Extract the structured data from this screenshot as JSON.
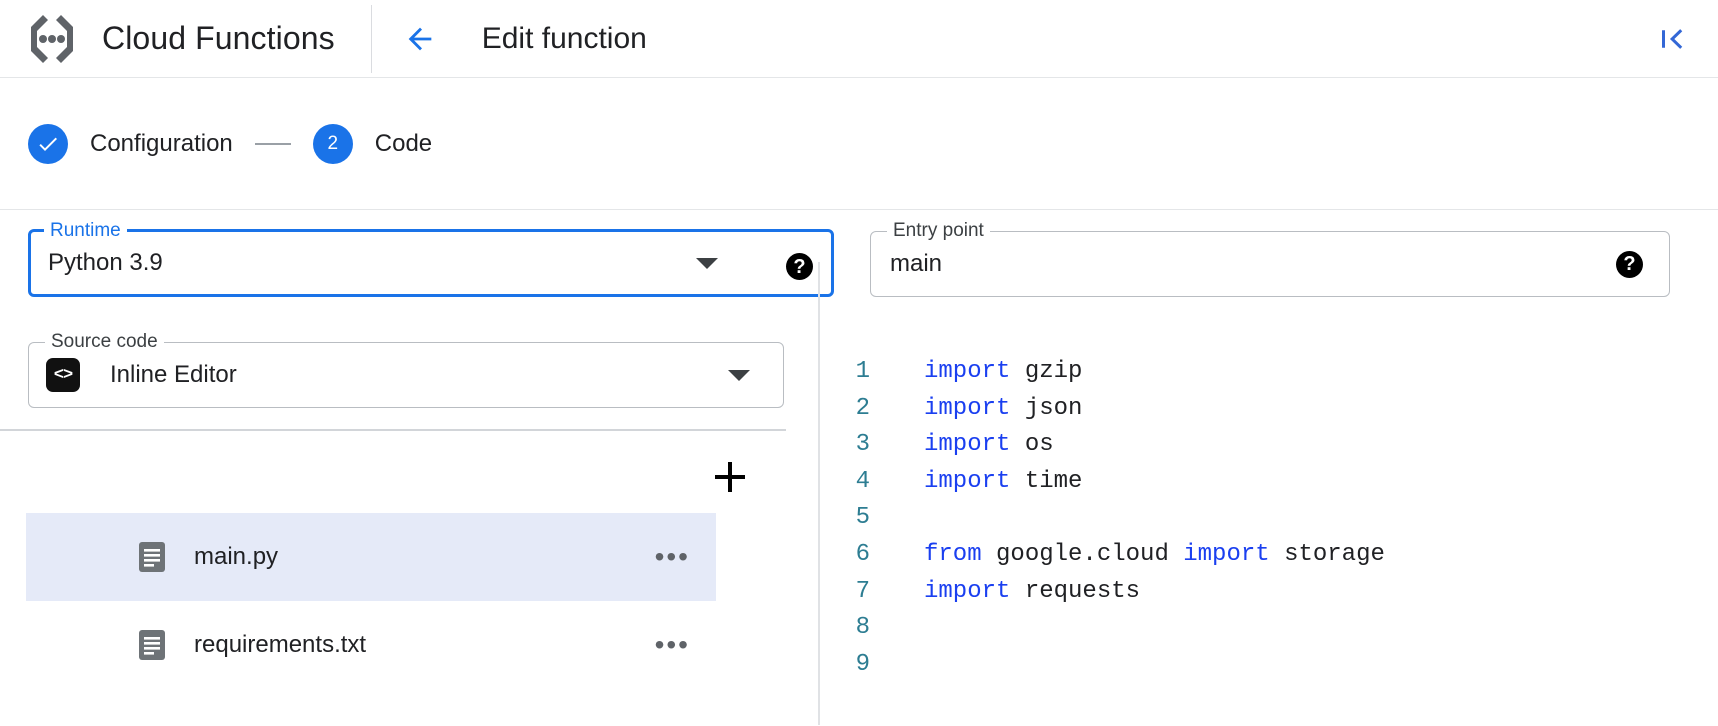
{
  "appbar": {
    "product_icon": "cloud-functions-icon",
    "product_title": "Cloud Functions",
    "back_icon": "arrow-left-icon",
    "page_title": "Edit function",
    "collapse_icon": "collapse-panel-icon"
  },
  "stepper": {
    "steps": [
      {
        "marker": "✓",
        "label": "Configuration",
        "state": "completed"
      },
      {
        "marker": "2",
        "label": "Code",
        "state": "active"
      }
    ],
    "connector": "—"
  },
  "form": {
    "runtime": {
      "legend": "Runtime",
      "value": "Python 3.9",
      "focused": true,
      "help_icon": "?",
      "caret_icon": "chevron-down-icon"
    },
    "entry_point": {
      "legend": "Entry point",
      "value": "main",
      "help_icon": "?"
    },
    "source_code": {
      "legend": "Source code",
      "value": "Inline Editor",
      "badge_icon": "<>",
      "caret_icon": "chevron-down-icon"
    }
  },
  "files": {
    "add_label": "+",
    "menu_label": "•••",
    "items": [
      {
        "name": "main.py",
        "selected": true
      },
      {
        "name": "requirements.txt",
        "selected": false
      }
    ]
  },
  "editor": {
    "language": "python",
    "lines": [
      {
        "n": "1",
        "tokens": [
          {
            "t": "import",
            "k": true
          },
          {
            "t": " gzip",
            "k": false
          }
        ]
      },
      {
        "n": "2",
        "tokens": [
          {
            "t": "import",
            "k": true
          },
          {
            "t": " json",
            "k": false
          }
        ]
      },
      {
        "n": "3",
        "tokens": [
          {
            "t": "import",
            "k": true
          },
          {
            "t": " os",
            "k": false
          }
        ]
      },
      {
        "n": "4",
        "tokens": [
          {
            "t": "import",
            "k": true
          },
          {
            "t": " time",
            "k": false
          }
        ]
      },
      {
        "n": "5",
        "tokens": []
      },
      {
        "n": "6",
        "tokens": [
          {
            "t": "from",
            "k": true
          },
          {
            "t": " google.cloud ",
            "k": false
          },
          {
            "t": "import",
            "k": true
          },
          {
            "t": " storage",
            "k": false
          }
        ]
      },
      {
        "n": "7",
        "tokens": [
          {
            "t": "import",
            "k": true
          },
          {
            "t": " requests",
            "k": false
          }
        ]
      },
      {
        "n": "8",
        "tokens": []
      },
      {
        "n": "9",
        "tokens": []
      }
    ]
  },
  "colors": {
    "accent_blue": "#1a73e8",
    "keyword_blue": "#1a3ff0",
    "gutter_teal": "#2d7d92",
    "selected_row": "#e5eaf8",
    "text_primary": "#202124",
    "border_grey": "#b9bdc2"
  }
}
